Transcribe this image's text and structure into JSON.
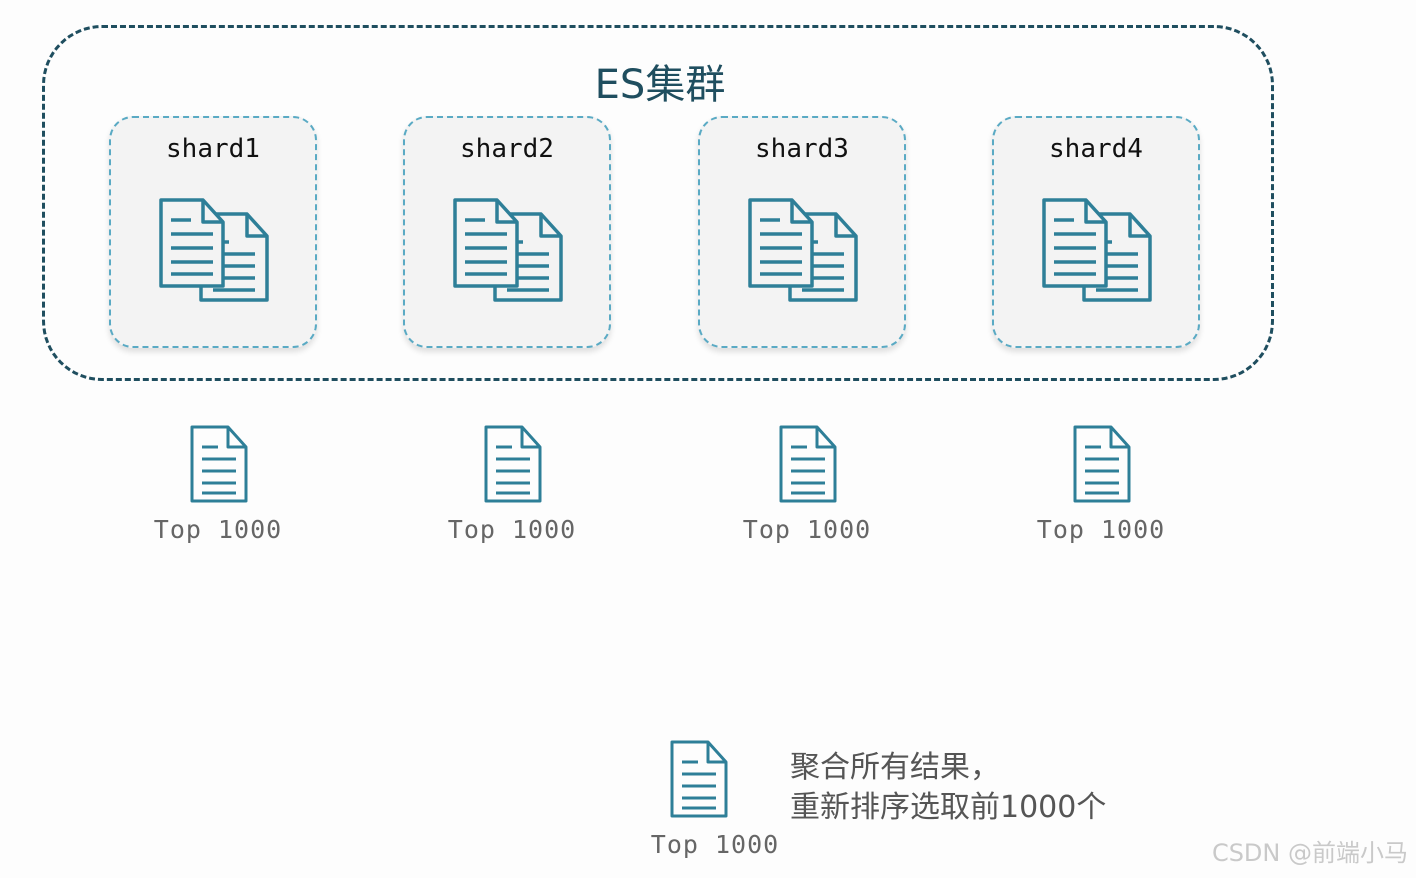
{
  "cluster": {
    "title": "ES集群"
  },
  "shards": [
    {
      "label": "shard1",
      "icon": "documents-icon"
    },
    {
      "label": "shard2",
      "icon": "documents-icon"
    },
    {
      "label": "shard3",
      "icon": "documents-icon"
    },
    {
      "label": "shard4",
      "icon": "documents-icon"
    }
  ],
  "shard_results": [
    {
      "label": "Top 1000",
      "icon": "document-icon"
    },
    {
      "label": "Top 1000",
      "icon": "document-icon"
    },
    {
      "label": "Top 1000",
      "icon": "document-icon"
    },
    {
      "label": "Top 1000",
      "icon": "document-icon"
    }
  ],
  "final_result": {
    "label": "Top 1000",
    "icon": "document-icon"
  },
  "note": {
    "line1": "聚合所有结果，",
    "line2": "重新排序选取前1000个"
  },
  "watermark": "CSDN @前端小马",
  "colors": {
    "border": "#1f4e5f",
    "shard_border": "#5aaac4",
    "icon": "#2e7f98",
    "shard_bg": "#f3f3f3"
  }
}
